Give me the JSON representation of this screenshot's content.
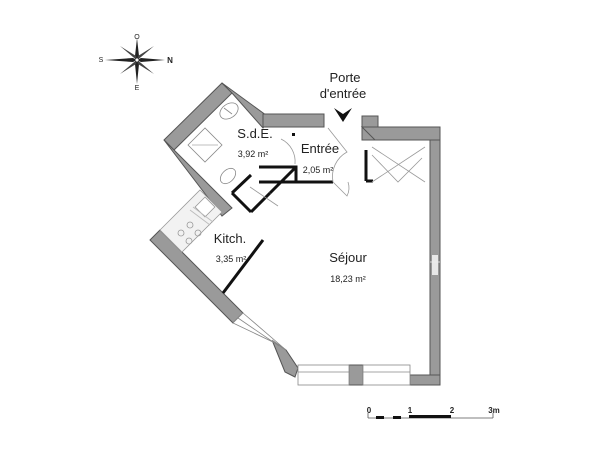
{
  "compass": {
    "top": "O",
    "left": "S",
    "right": "N",
    "bottom": "E"
  },
  "entrance": {
    "line1": "Porte",
    "line2": "d'entrée"
  },
  "rooms": [
    {
      "name": "S.d.E.",
      "area": "3,92 m²"
    },
    {
      "name": "Entrée",
      "area": "2,05 m²"
    },
    {
      "name": "Kitch.",
      "area": "3,35 m²"
    },
    {
      "name": "Séjour",
      "area": "18,23 m²"
    }
  ],
  "scale": {
    "ticks": [
      "0",
      "1",
      "2",
      "3m"
    ]
  },
  "colors": {
    "wall": "#9a9a9a",
    "wall_stroke": "#555555",
    "partition": "#111111",
    "fixture": "#aaaaaa"
  }
}
